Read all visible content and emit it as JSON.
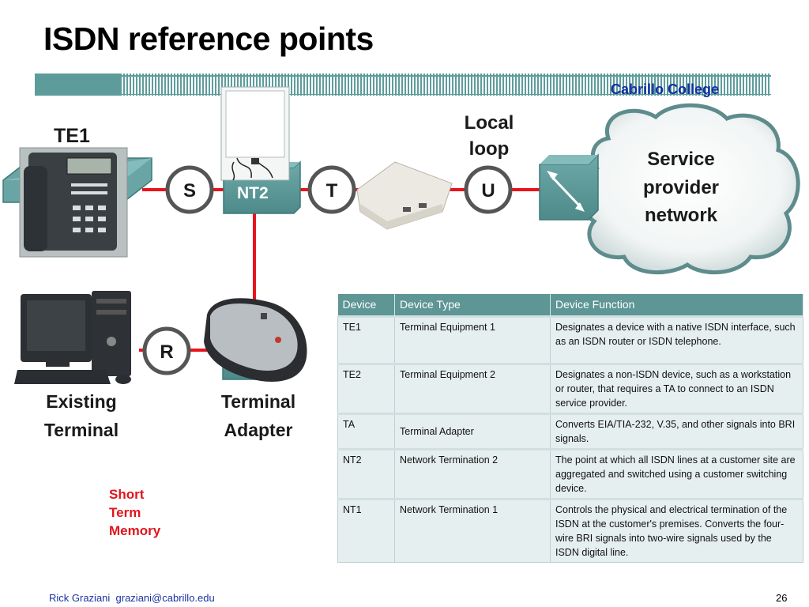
{
  "title": "ISDN reference points",
  "college": "Cabrillo College",
  "diagram": {
    "te1_label": "TE1",
    "nt2_label": "NT2",
    "local_loop_line1": "Local",
    "local_loop_line2": "loop",
    "cloud_line1": "Service",
    "cloud_line2": "provider",
    "cloud_line3": "network",
    "ref_s": "S",
    "ref_t": "T",
    "ref_u": "U",
    "ref_r": "R",
    "existing_line1": "Existing",
    "existing_line2": "Terminal",
    "adapter_line1": "Terminal",
    "adapter_line2": "Adapter",
    "colors": {
      "teal": "#5e9c9c",
      "link_red": "#e8141c",
      "circle_border": "#444444"
    }
  },
  "table": {
    "headers": [
      "Device",
      "Device Type",
      "Device Function"
    ],
    "rows": [
      {
        "device": "TE1",
        "type": "Terminal Equipment 1",
        "function": "Designates a device with a native ISDN interface, such as an ISDN router or ISDN telephone."
      },
      {
        "device": "TE2",
        "type": "Terminal Equipment 2",
        "function": "Designates a non-ISDN device, such as a workstation or router, that requires a TA to connect to an ISDN service provider."
      },
      {
        "device": "TA",
        "type": "Terminal Adapter",
        "function": "Converts EIA/TIA-232, V.35, and other signals into BRI signals."
      },
      {
        "device": "NT2",
        "type": "Network Termination 2",
        "function": "The point at which all ISDN lines at a customer site are aggregated and switched using a customer switching device."
      },
      {
        "device": "NT1",
        "type": "Network Termination 1",
        "function": "Controls the physical and electrical termination of the ISDN at the customer's premises. Converts the four-wire BRI signals into two-wire signals used by the ISDN digital line."
      }
    ]
  },
  "memory": [
    "Short",
    "Term",
    "Memory"
  ],
  "footer": {
    "author": "Rick Graziani  graziani@cabrillo.edu",
    "page": "26"
  }
}
